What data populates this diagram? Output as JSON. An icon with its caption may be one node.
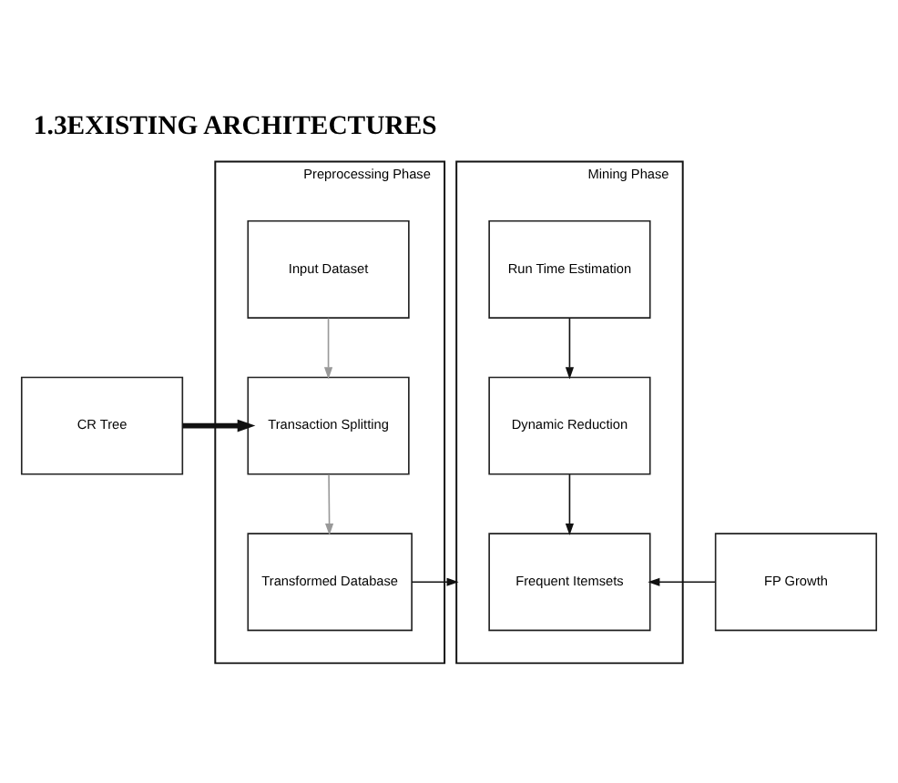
{
  "diagram": {
    "title": "1.3EXISTING ARCHITECTURES",
    "nodes": [
      {
        "text": [
          "Preprocessing Phase"
        ]
      },
      {
        "text": [
          "Input Dataset"
        ],
        "in": 0
      },
      {
        "text": [
          "Transaction Splitting"
        ],
        "in": 0
      },
      {
        "text": [
          "Transformed Database"
        ],
        "in": 0
      },
      {
        "text": [
          "Mining Phase"
        ]
      },
      {
        "text": [
          "Run Time Estimation"
        ],
        "in": 4
      },
      {
        "text": [
          "Dynamic Reduction"
        ],
        "in": 4
      },
      {
        "text": [
          "Frequent Itemsets"
        ],
        "in": 4
      },
      {
        "text": [
          "CR Tree"
        ]
      },
      {
        "text": [
          "FP Growth"
        ]
      }
    ],
    "edges": [
      {
        "from": 1,
        "to": 2,
        "arrow": "to",
        "color": "#999999"
      },
      {
        "from": 8,
        "to": 2,
        "arrow": "to",
        "style": "thick"
      },
      {
        "from": 2,
        "to": 3,
        "arrow": "to",
        "color": "#999999"
      },
      {
        "from": 3,
        "to": 4,
        "arrow": "to"
      },
      {
        "from": 5,
        "to": 6,
        "arrow": "to"
      },
      {
        "from": 6,
        "to": 7,
        "arrow": "to"
      },
      {
        "from": 9,
        "to": 7,
        "arrow": "to"
      }
    ]
  }
}
